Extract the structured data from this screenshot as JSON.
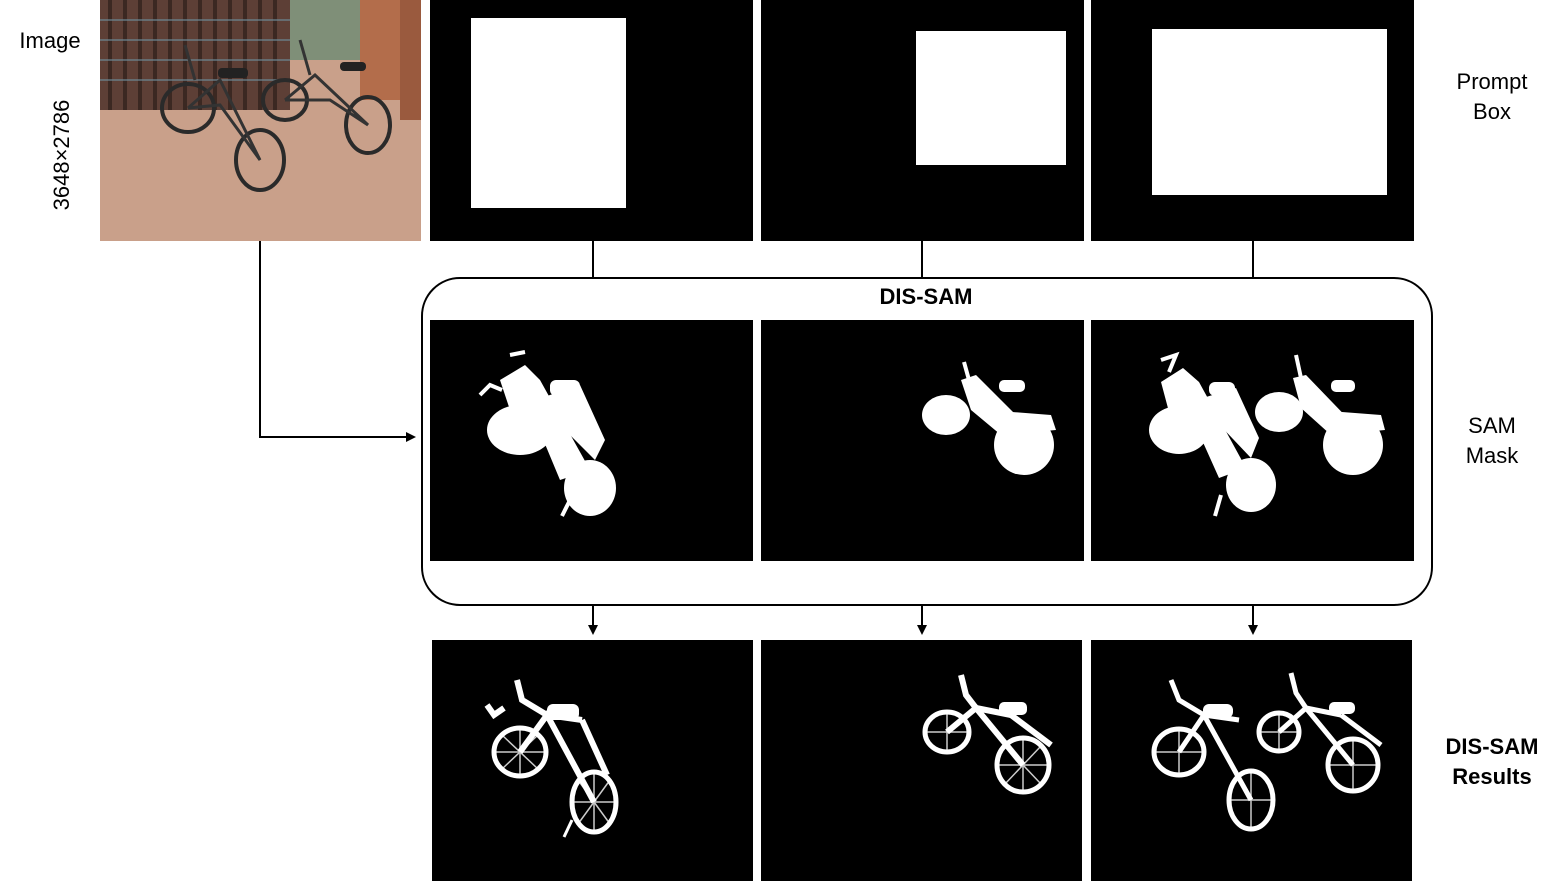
{
  "labels": {
    "image": "Image",
    "resolution": "3648×2786",
    "prompt_box_line1": "Prompt",
    "prompt_box_line2": "Box",
    "dis_sam_title": "DIS-SAM",
    "sam_mask_line1": "SAM",
    "sam_mask_line2": "Mask",
    "results_line1": "DIS-SAM",
    "results_line2": "Results"
  },
  "icons": {
    "input_image": "bicycles-photo",
    "prompt_boxes": "white-rectangle-prompt",
    "sam_masks": "bicycle-silhouette-mask",
    "results": "bicycle-fine-mask"
  },
  "colors": {
    "background": "#ffffff",
    "panel": "#000000",
    "mask": "#ffffff",
    "line": "#000000"
  }
}
